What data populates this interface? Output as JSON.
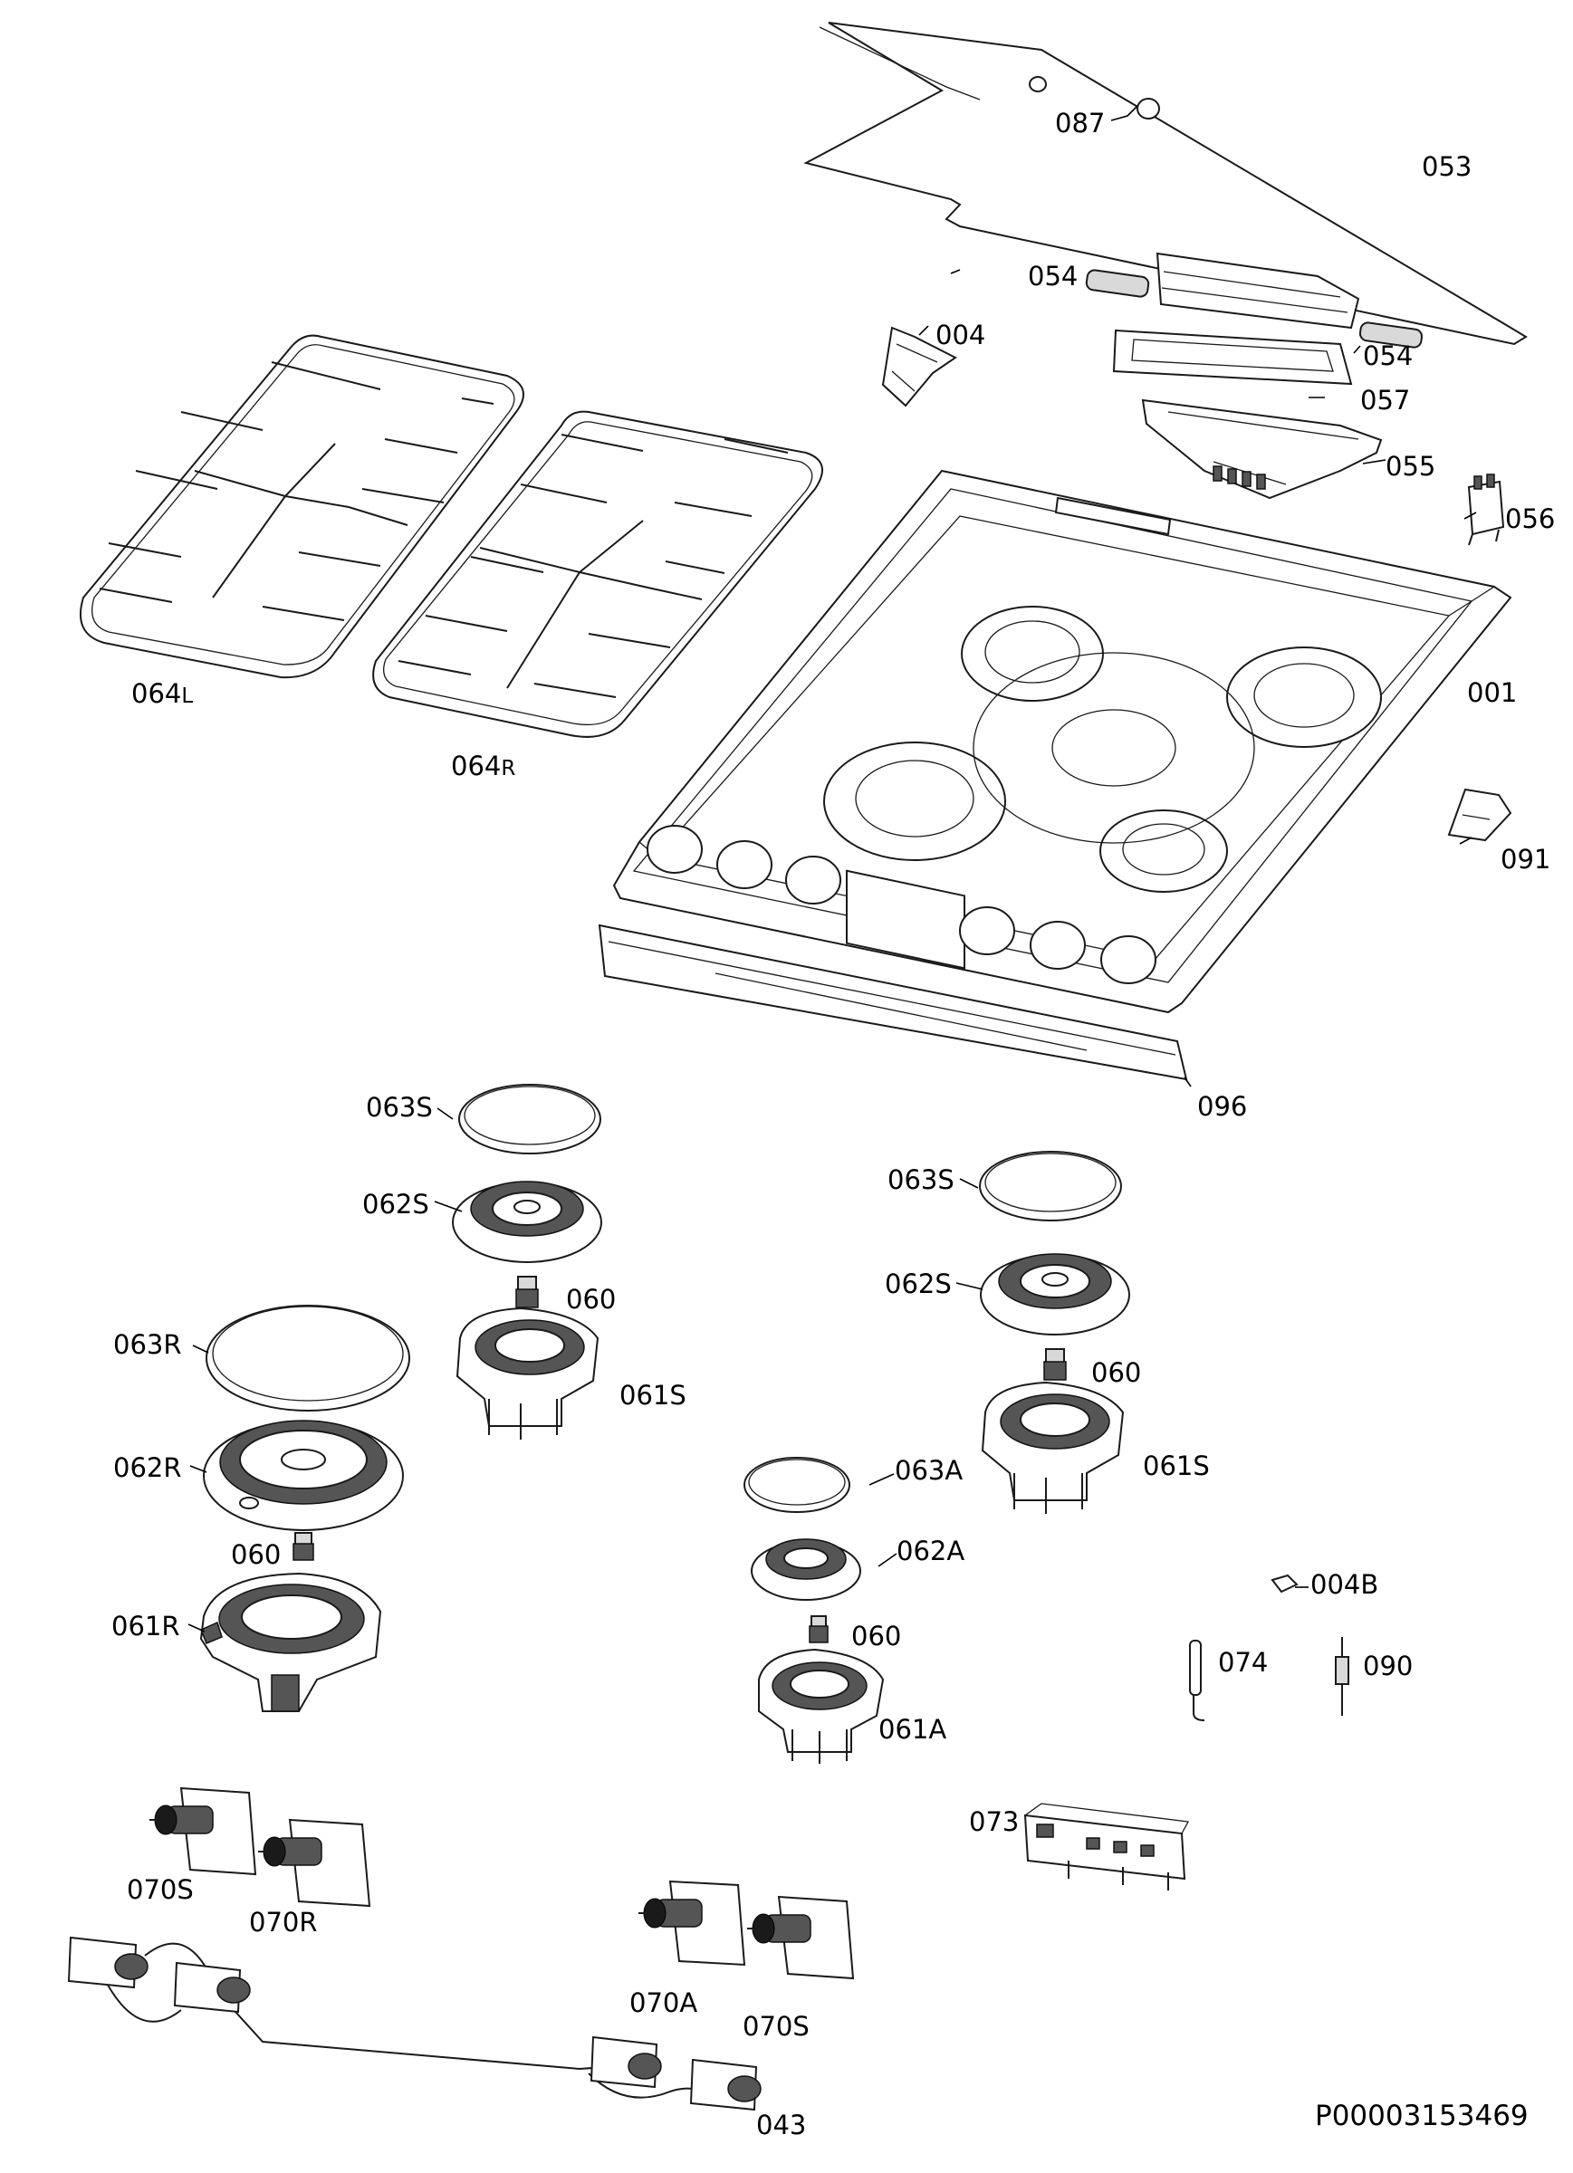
{
  "diagram": {
    "document_id": "P00003153469",
    "labels": {
      "l087": "087",
      "l053": "053",
      "l054a": "054",
      "l054b": "054",
      "l004": "004",
      "l057": "057",
      "l055": "055",
      "l056": "056",
      "l001": "001",
      "l091": "091",
      "l064L_num": "064",
      "l064L_suf": "L",
      "l064R_num": "064",
      "l064R_suf": "R",
      "l096": "096",
      "l063S_left": "063S",
      "l062S_left": "062S",
      "l060_a": "060",
      "l061S_left": "061S",
      "l063R": "063R",
      "l062R": "062R",
      "l060_b": "060",
      "l061R": "061R",
      "l063S_right": "063S",
      "l062S_right": "062S",
      "l060_c": "060",
      "l061S_right": "061S",
      "l063A": "063A",
      "l062A": "062A",
      "l060_d": "060",
      "l061A": "061A",
      "l004B": "004B",
      "l074": "074",
      "l090": "090",
      "l073": "073",
      "l070S_left": "070S",
      "l070R": "070R",
      "l070A": "070A",
      "l070S_right": "070S",
      "l043": "043"
    }
  }
}
